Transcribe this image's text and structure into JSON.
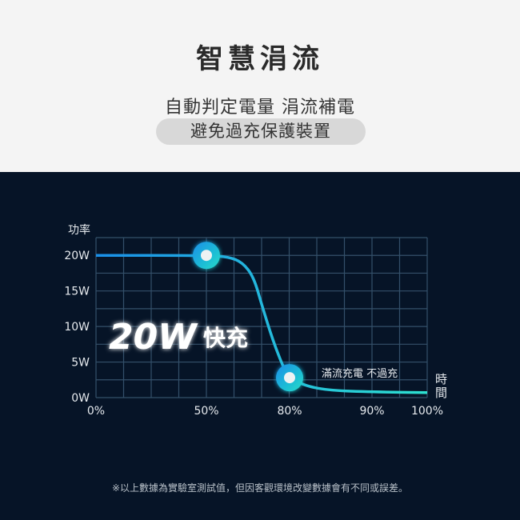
{
  "header": {
    "title": "智慧涓流",
    "subtitle": "自動判定電量 涓流補電",
    "pill": "避免過充保護裝置"
  },
  "chart_data": {
    "type": "line",
    "ylabel": "功率",
    "xlabel": "時間",
    "y_ticks": [
      "20W",
      "15W",
      "10W",
      "5W",
      "0W"
    ],
    "y_tick_values": [
      20,
      15,
      10,
      5,
      0
    ],
    "x_ticks": [
      "0%",
      "50%",
      "80%",
      "90%",
      "100%"
    ],
    "x_tick_values": [
      0,
      50,
      80,
      90,
      100
    ],
    "ylim": [
      0,
      22.5
    ],
    "xlim": [
      0,
      100
    ],
    "grid": true,
    "series": [
      {
        "name": "power",
        "x": [
          0,
          50,
          58,
          63,
          67,
          70,
          74,
          78,
          80,
          82,
          85,
          90,
          100
        ],
        "y": [
          20,
          20,
          19.8,
          19,
          17,
          13,
          8,
          4,
          2.8,
          1.6,
          1.0,
          0.8,
          0.7
        ]
      }
    ],
    "markers": [
      {
        "x": 50,
        "y": 20
      },
      {
        "x": 80,
        "y": 2.8
      }
    ],
    "annotations": {
      "fast": "20W",
      "fast_suffix": "快充",
      "trickle": "滿流充電 不過充"
    },
    "line_color": "#1fc6d8"
  },
  "footnote": "※以上數據為實驗室測試值，但因客觀環境改變數據會有不同或誤差。"
}
